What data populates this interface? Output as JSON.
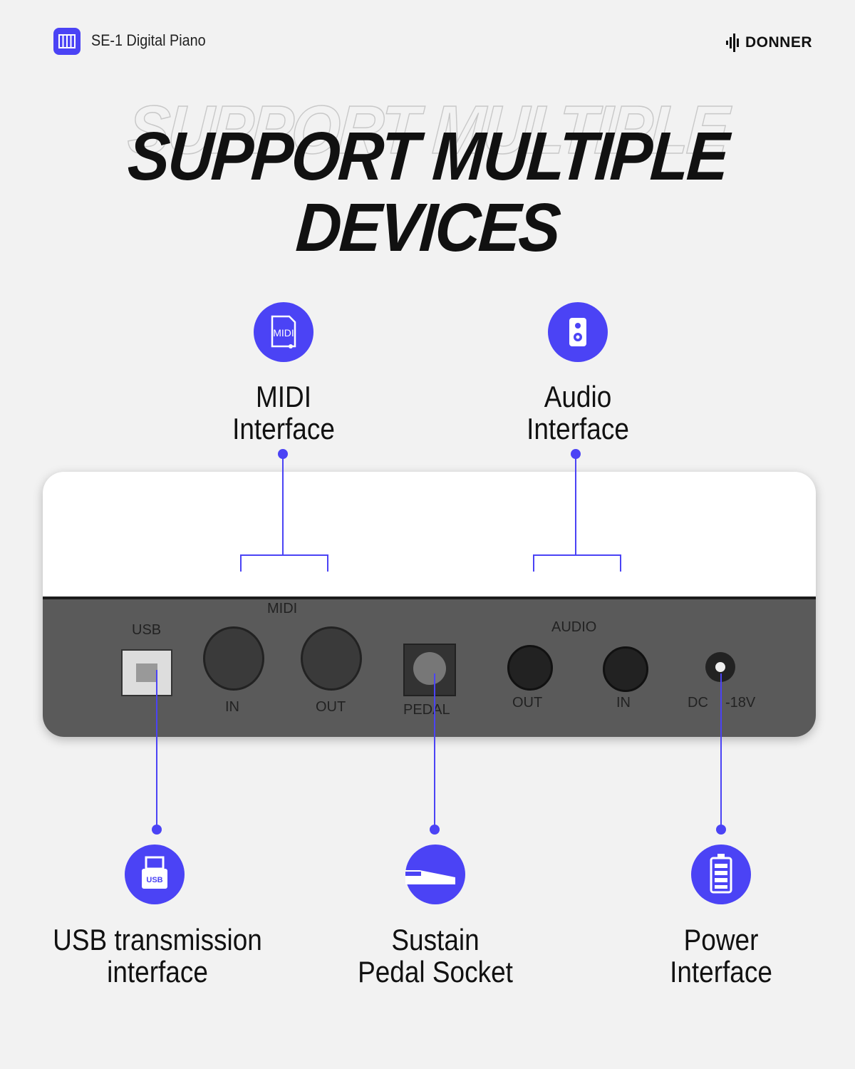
{
  "header": {
    "app_title": "SE-1 Digital Piano",
    "brand": "DONNER"
  },
  "headline": {
    "line1": "SUPPORT MULTIPLE",
    "line2": "DEVICES"
  },
  "features": {
    "midi": {
      "label1": "MIDI",
      "label2": "Interface",
      "icon_text": "MIDI"
    },
    "audio": {
      "label1": "Audio",
      "label2": "Interface"
    },
    "usb": {
      "label1": "USB transmission",
      "label2": "interface",
      "icon_text": "USB"
    },
    "pedal": {
      "label1": "Sustain",
      "label2": "Pedal Socket"
    },
    "power": {
      "label1": "Power",
      "label2": "Interface"
    }
  },
  "panel": {
    "usb": "USB",
    "midi": "MIDI",
    "midi_in": "IN",
    "midi_out": "OUT",
    "pedal": "PEDAL",
    "audio": "AUDIO",
    "audio_out": "OUT",
    "audio_in": "IN",
    "dc": "DC",
    "voltage": "-18V"
  },
  "colors": {
    "accent": "#4b43f5"
  }
}
